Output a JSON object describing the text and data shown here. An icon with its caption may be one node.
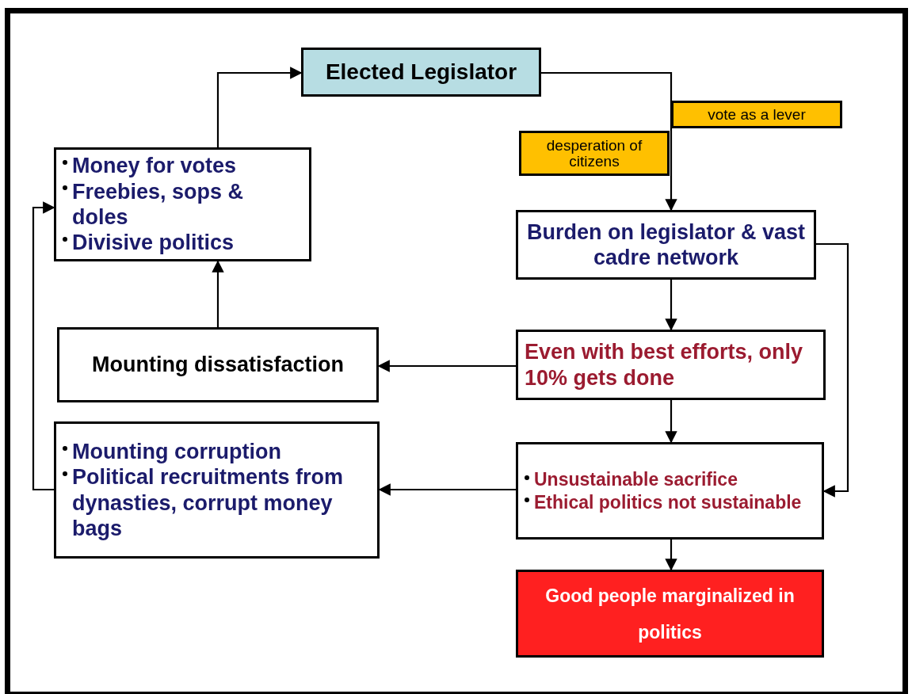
{
  "diagram": {
    "nodes": [
      {
        "text": [
          "Elected Legislator"
        ]
      },
      {
        "text": [
          "vote as a lever"
        ]
      },
      {
        "text": [
          "desperation of citizens"
        ]
      },
      {
        "text": [
          "Money for votes",
          "Freebies, sops & doles",
          "Divisive politics"
        ]
      },
      {
        "text": [
          "Burden on legislator & vast cadre network"
        ]
      },
      {
        "text": [
          "Mounting dissatisfaction"
        ]
      },
      {
        "text": [
          "Even with best efforts, only 10% gets done"
        ]
      },
      {
        "text": [
          "Mounting corruption",
          "Political recruitments from dynasties, corrupt money bags"
        ]
      },
      {
        "text": [
          "Unsustainable sacrifice",
          "Ethical politics not sustainable"
        ]
      },
      {
        "text": [
          "Good people marginalized in politics"
        ]
      }
    ],
    "edges": [
      {
        "from": 0,
        "to": 4,
        "arrow": "to"
      },
      {
        "from": 3,
        "to": 0,
        "arrow": "to"
      },
      {
        "from": 5,
        "to": 3,
        "arrow": "to"
      },
      {
        "from": 6,
        "to": 5,
        "arrow": "to"
      },
      {
        "from": 4,
        "to": 6,
        "arrow": "to"
      },
      {
        "from": 6,
        "to": 8,
        "arrow": "to"
      },
      {
        "from": 8,
        "to": 7,
        "arrow": "to"
      },
      {
        "from": 7,
        "to": 3,
        "arrow": "to"
      },
      {
        "from": 4,
        "to": 8,
        "arrow": "to"
      },
      {
        "from": 8,
        "to": 9,
        "arrow": "to"
      }
    ]
  }
}
